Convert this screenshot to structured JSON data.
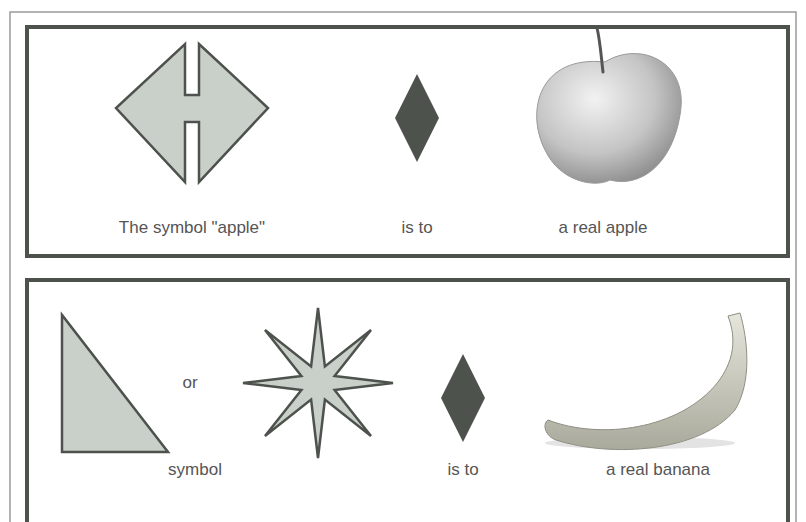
{
  "diagram": {
    "nodes": [
      {
        "text": [
          "The symbol \"apple\"",
          "is to",
          "a real apple"
        ]
      },
      {
        "text": [
          "or",
          "symbol",
          "is to",
          "a real banana"
        ]
      }
    ]
  }
}
